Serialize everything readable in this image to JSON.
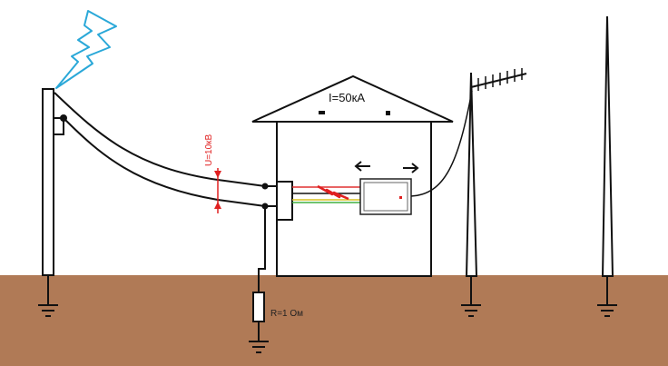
{
  "labels": {
    "voltage": "U=10кВ",
    "current": "I=50кА",
    "resistance": "R=1 Ом"
  },
  "icons": {
    "lightning": "lightning-bolt-icon",
    "ground": "ground-symbol-icon",
    "arrow_left": "arrow-left-icon",
    "arrow_right": "arrow-right-icon",
    "spark": "spark-icon"
  },
  "colors": {
    "soil": "#b07a56",
    "lightning": "#2aa8d8",
    "voltage_marker": "#e02020",
    "wire": "#111111",
    "neutral_wire": "#d8c020",
    "ground_wire": "#40b040",
    "phase_wire": "#e03030"
  }
}
